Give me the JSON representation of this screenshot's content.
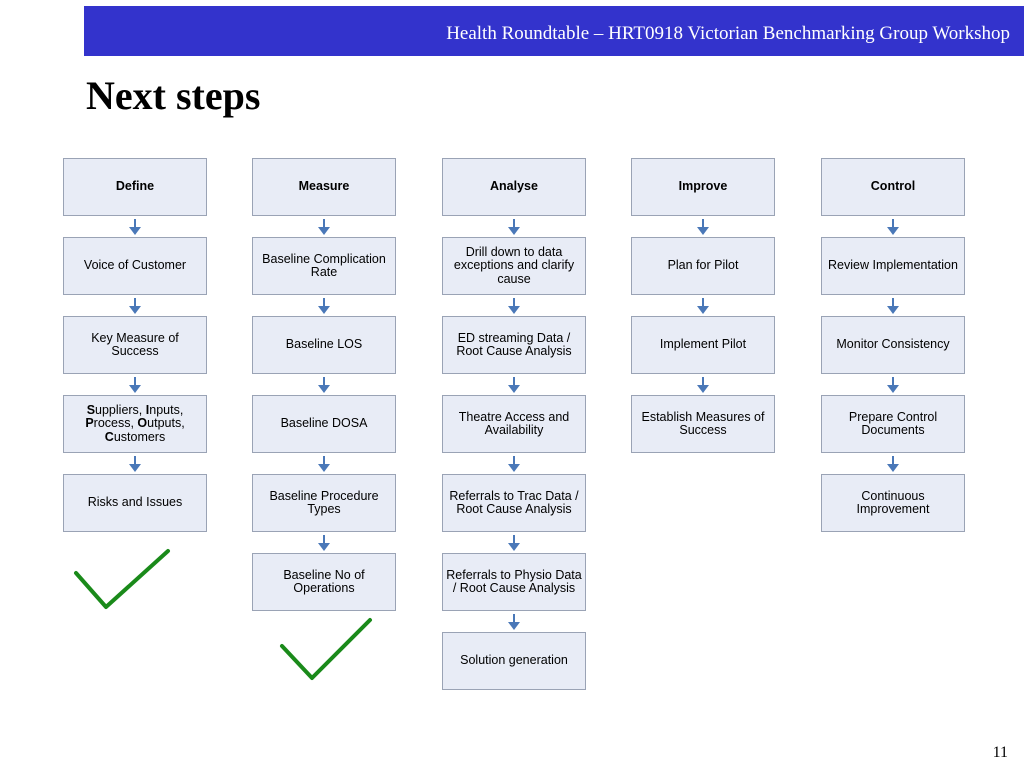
{
  "header": {
    "text": "Health Roundtable – HRT0918 Victorian Benchmarking Group Workshop"
  },
  "title": "Next steps",
  "columns": [
    {
      "heading": "Define",
      "steps": [
        {
          "text": "Voice of Customer"
        },
        {
          "text": "Key Measure of Success"
        },
        {
          "parts": [
            [
              "S",
              true
            ],
            [
              "uppliers, ",
              false
            ],
            [
              "I",
              true
            ],
            [
              "nputs, ",
              false
            ],
            [
              "P",
              true
            ],
            [
              "rocess, ",
              false
            ],
            [
              "O",
              true
            ],
            [
              "utputs, ",
              false
            ],
            [
              "C",
              true
            ],
            [
              "ustomers",
              false
            ]
          ]
        },
        {
          "text": "Risks and Issues"
        }
      ]
    },
    {
      "heading": "Measure",
      "steps": [
        {
          "text": "Baseline Complication Rate"
        },
        {
          "text": "Baseline LOS"
        },
        {
          "text": "Baseline DOSA"
        },
        {
          "text": "Baseline Procedure Types"
        },
        {
          "text": "Baseline No of Operations"
        }
      ]
    },
    {
      "heading": "Analyse",
      "steps": [
        {
          "text": "Drill down to data exceptions and clarify cause"
        },
        {
          "text": "ED streaming Data / Root Cause Analysis"
        },
        {
          "text": "Theatre Access and Availability"
        },
        {
          "text": "Referrals to Trac Data / Root Cause Analysis"
        },
        {
          "text": "Referrals to Physio Data / Root Cause Analysis"
        },
        {
          "text": "Solution generation"
        }
      ]
    },
    {
      "heading": "Improve",
      "steps": [
        {
          "text": "Plan for Pilot"
        },
        {
          "text": "Implement Pilot"
        },
        {
          "text": "Establish Measures of Success"
        }
      ]
    },
    {
      "heading": "Control",
      "steps": [
        {
          "text": "Review Implementation"
        },
        {
          "text": "Monitor Consistency"
        },
        {
          "text": "Prepare Control Documents"
        },
        {
          "text": "Continuous Improvement"
        }
      ]
    }
  ],
  "checkmarks": [
    {
      "column": "Define"
    },
    {
      "column": "Measure"
    }
  ],
  "colors": {
    "header_bar": "#3333cc",
    "box_fill": "#e8ecf6",
    "box_border": "#9aa3b5",
    "arrow": "#4a78b8",
    "check": "#1a8a1a"
  },
  "page_number": "11"
}
